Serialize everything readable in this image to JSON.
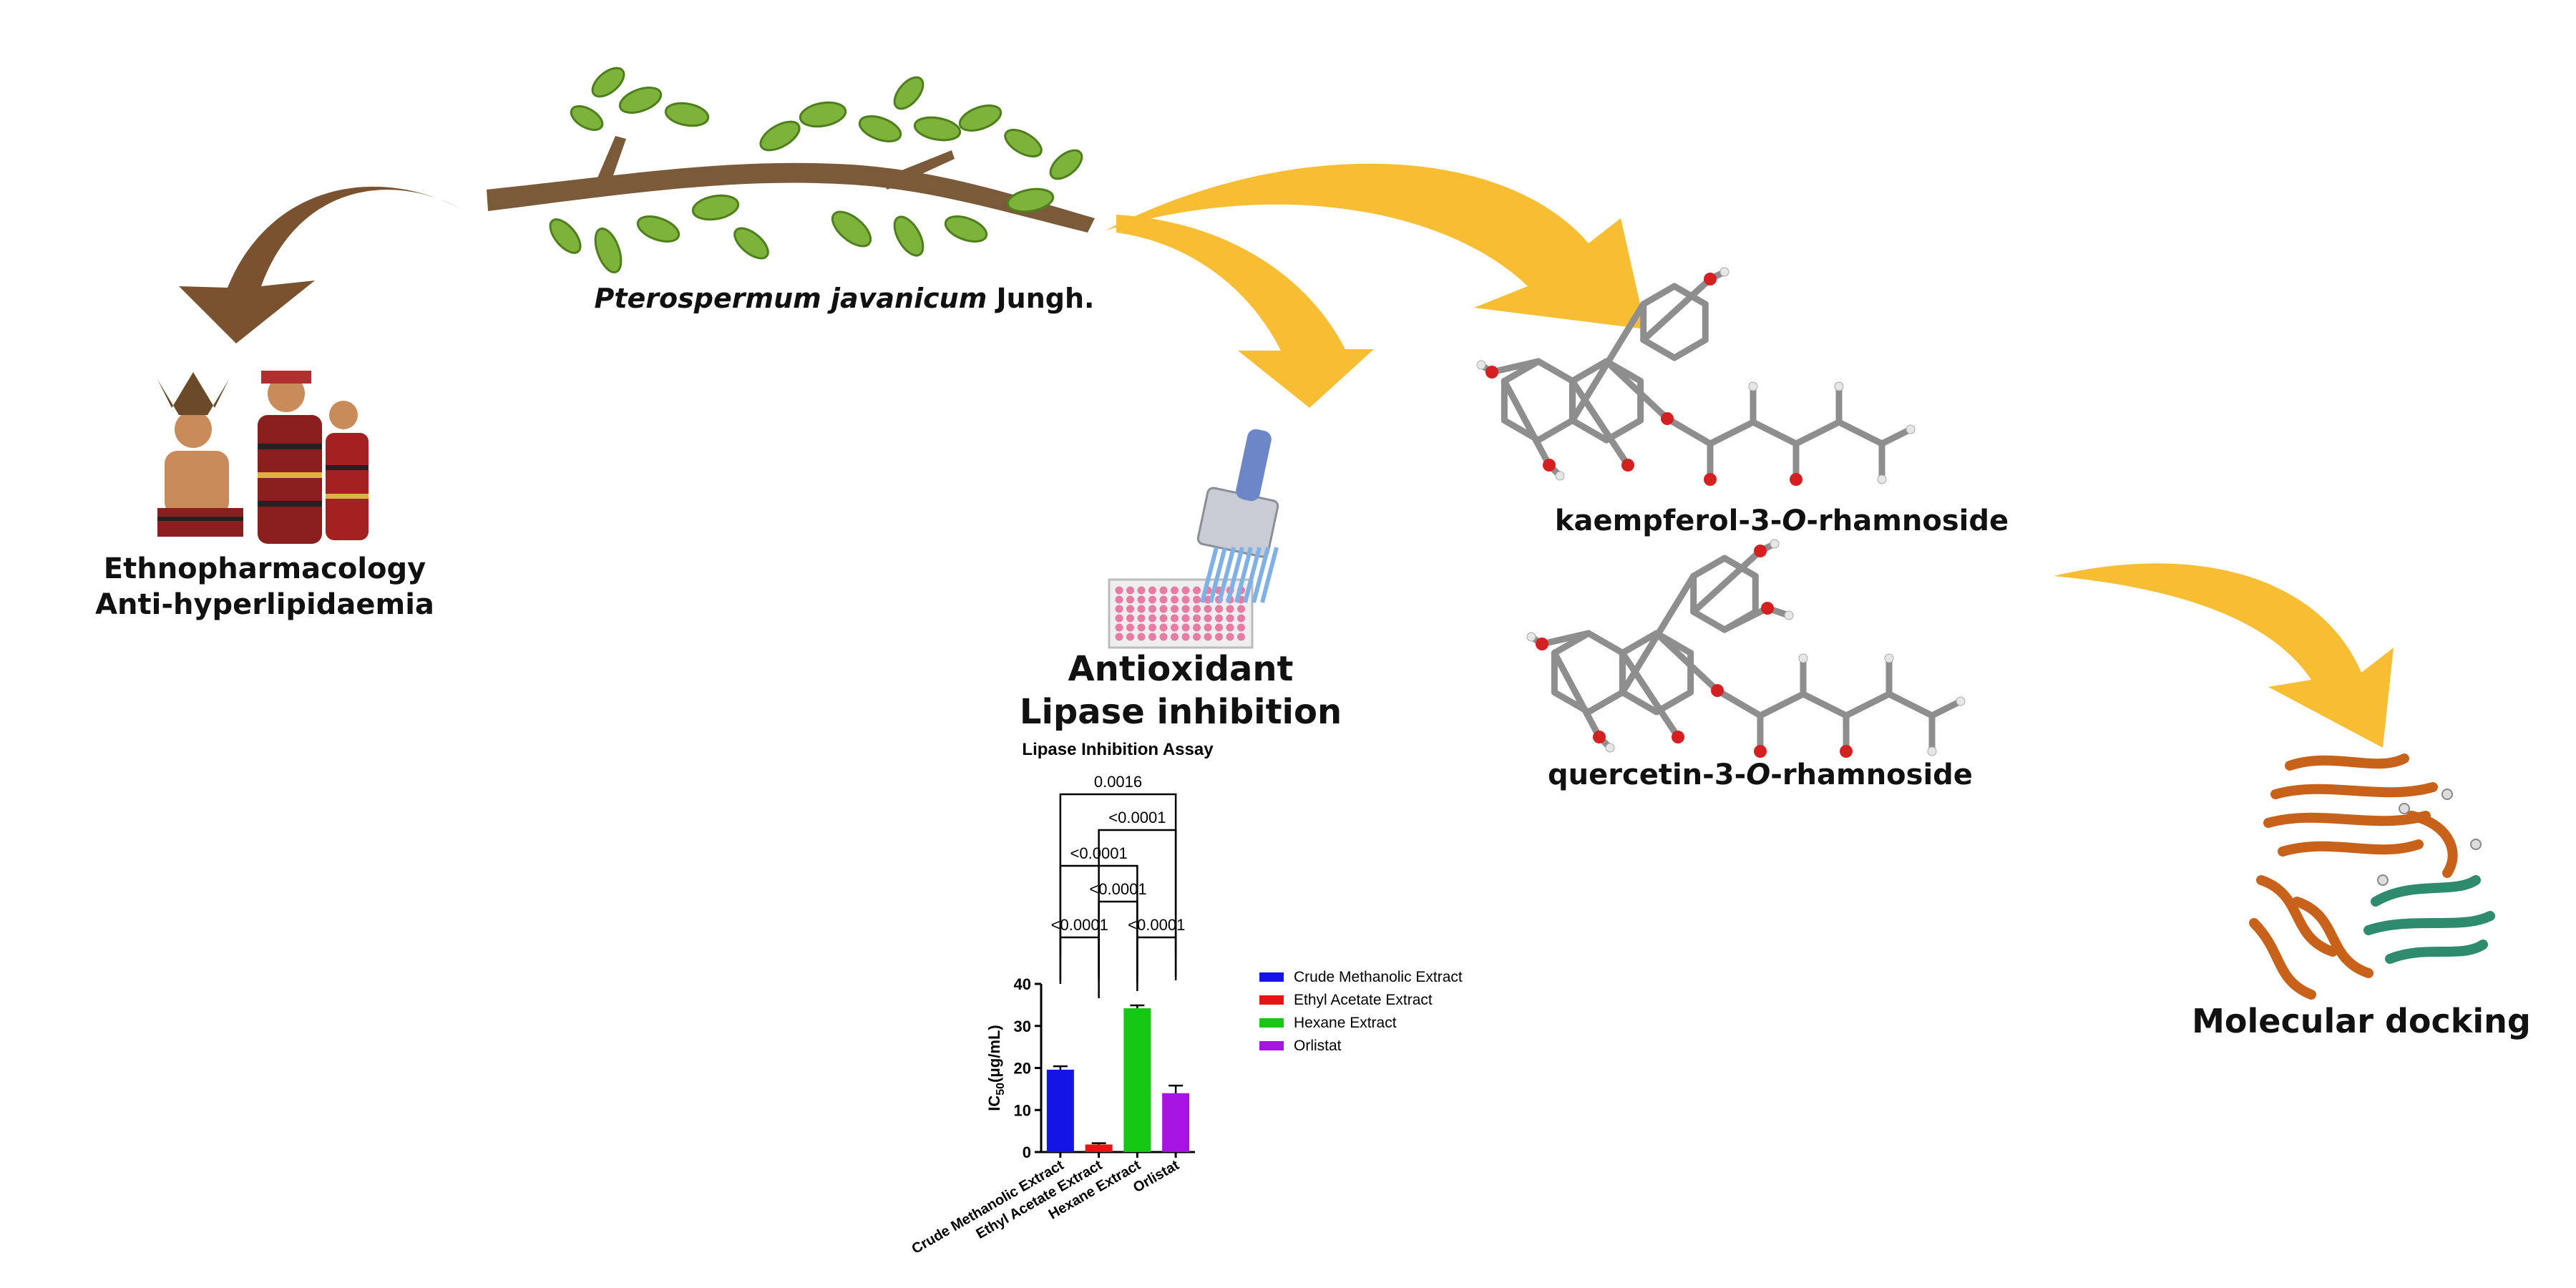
{
  "species": {
    "genus_species": "Pterospermum javanicum",
    "authority": "Jungh."
  },
  "ethno": {
    "line1": "Ethnopharmacology",
    "line2": "Anti-hyperlipidaemia"
  },
  "assay": {
    "line1": "Antioxidant",
    "line2": "Lipase inhibition"
  },
  "compounds": {
    "kaempferol": {
      "pre": "kaempferol-3-",
      "italic": "O",
      "post": "-rhamnoside"
    },
    "quercetin": {
      "pre": "quercetin-3-",
      "italic": "O",
      "post": "-rhamnoside"
    }
  },
  "docking": {
    "label": "Molecular docking"
  },
  "colors": {
    "arrow_gold": "#F7BE33",
    "arrow_brown": "#7A5230",
    "protein_orange": "#C8611A",
    "protein_green": "#2E8B6E"
  },
  "chart_data": {
    "type": "bar",
    "title": "Lipase Inhibition Assay",
    "ylabel_main": "IC",
    "ylabel_sub": "50",
    "ylabel_unit": "(μg/mL)",
    "xlabel": "",
    "ylim": [
      0,
      40
    ],
    "yticks": [
      "0",
      "10",
      "20",
      "30",
      "40"
    ],
    "categories": [
      "Crude Methanolic Extract",
      "Ethyl Acetate Extract",
      "Hexane Extract",
      "Orlistat"
    ],
    "values": [
      19.6,
      1.8,
      34.2,
      14.0
    ],
    "errors": [
      0.8,
      0.3,
      0.7,
      1.8
    ],
    "colors": [
      "#1414E6",
      "#E61414",
      "#14C814",
      "#A514E0"
    ],
    "legend": [
      "Crude Methanolic Extract",
      "Ethyl Acetate Extract",
      "Hexane Extract",
      "Orlistat"
    ],
    "legend_position": "right",
    "comparisons": [
      {
        "a": 0,
        "b": 3,
        "label": "0.0016"
      },
      {
        "a": 1,
        "b": 3,
        "label": "<0.0001"
      },
      {
        "a": 0,
        "b": 2,
        "label": "<0.0001"
      },
      {
        "a": 1,
        "b": 2,
        "label": "<0.0001"
      },
      {
        "a": 0,
        "b": 1,
        "label": "<0.0001"
      },
      {
        "a": 2,
        "b": 3,
        "label": "<0.0001"
      }
    ]
  }
}
